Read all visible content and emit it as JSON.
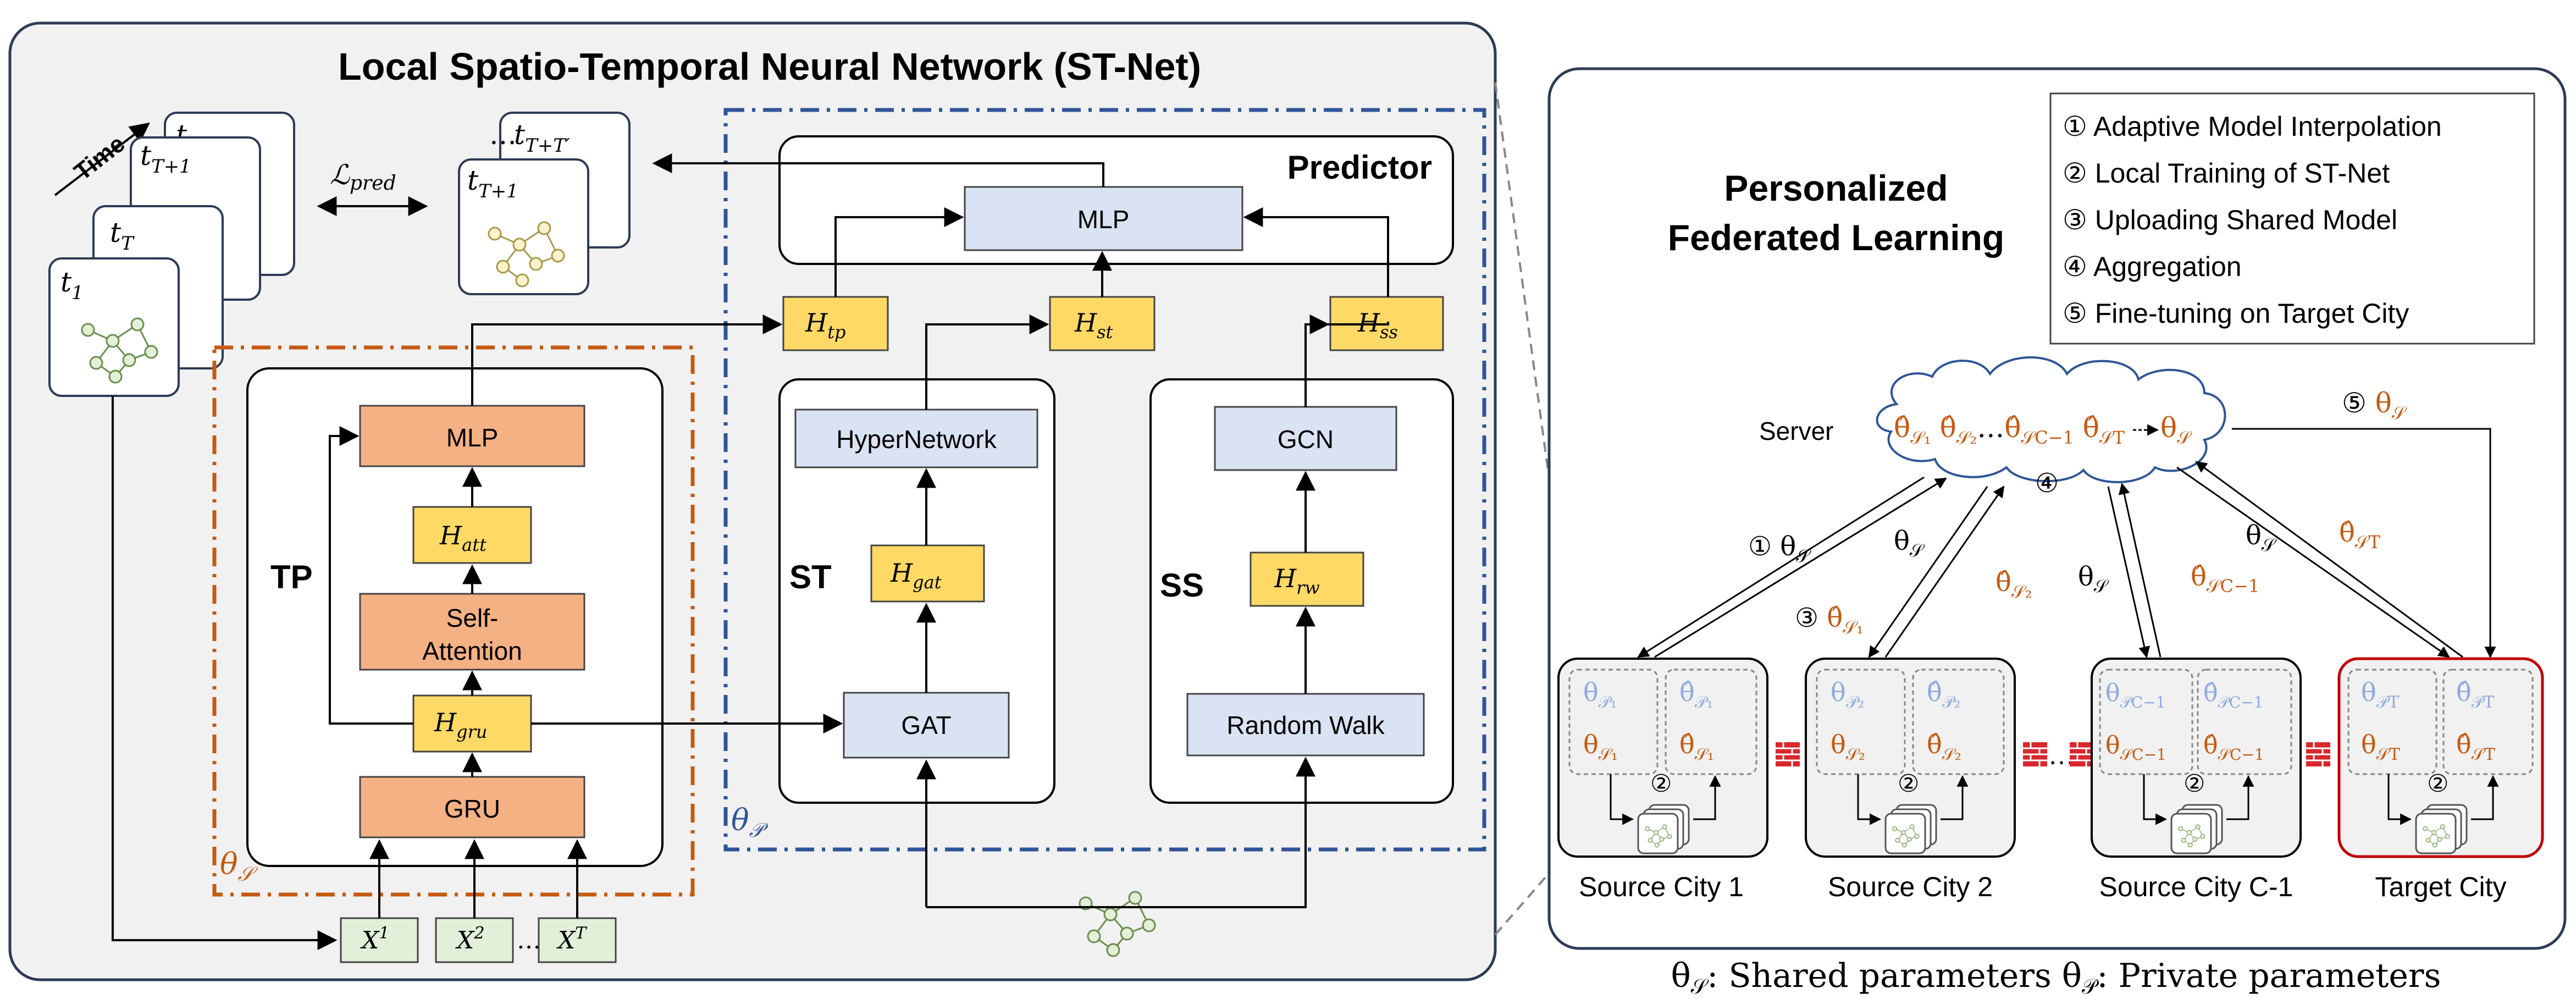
{
  "colors": {
    "panel_bg": "#f1f1f1",
    "panel_border": "#2d3b55",
    "orange_box": "#f4b184",
    "blue_box": "#dae3f3",
    "yellow_box": "#ffd966",
    "green_box": "#e2f0d9",
    "orange_dash": "#c55a11",
    "blue_dash": "#2f5597",
    "orange_text": "#c55a11",
    "blue_text": "#8faadc",
    "red_border": "#c00000",
    "brick": "#d9272e"
  },
  "left": {
    "title": "Local Spatio-Temporal Neural Network (ST-Net)",
    "time_label": "Time",
    "input_frames": [
      "t_1",
      "t_T",
      "t_{T+1}",
      "t_{T+T'}"
    ],
    "output_frames": [
      "t_{T+1}",
      "t_{T+T'}"
    ],
    "loss_label": "L_pred",
    "predictor_title": "Predictor",
    "predictor_mlp": "MLP",
    "tp": {
      "label": "TP",
      "boxes": [
        "MLP",
        "H_att",
        "Self-Attention",
        "H_gru",
        "GRU"
      ]
    },
    "st": {
      "label": "ST",
      "boxes": [
        "HyperNetwork",
        "H_gat",
        "GAT"
      ]
    },
    "ss": {
      "label": "SS",
      "boxes": [
        "GCN",
        "H_rw",
        "Random Walk"
      ]
    },
    "embeddings": [
      "H_tp",
      "H_st",
      "H_ss"
    ],
    "inputs": [
      "X^1",
      "X^2",
      "X^T"
    ],
    "theta_shared": "θ_S",
    "theta_private": "θ_P"
  },
  "right": {
    "title_line1": "Personalized",
    "title_line2": "Federated Learning",
    "legend": [
      "① Adaptive Model Interpolation",
      "② Local Training of ST-Net",
      "③ Uploading Shared Model",
      "④ Aggregation",
      "⑤ Fine-tuning on Target City"
    ],
    "server_label": "Server",
    "aggregation_marker": "④",
    "cities": [
      "Source City 1",
      "Source City 2",
      "Source City C-1",
      "Target City"
    ],
    "footer": "θ_S: Shared parameters  θ_P: Private parameters"
  }
}
